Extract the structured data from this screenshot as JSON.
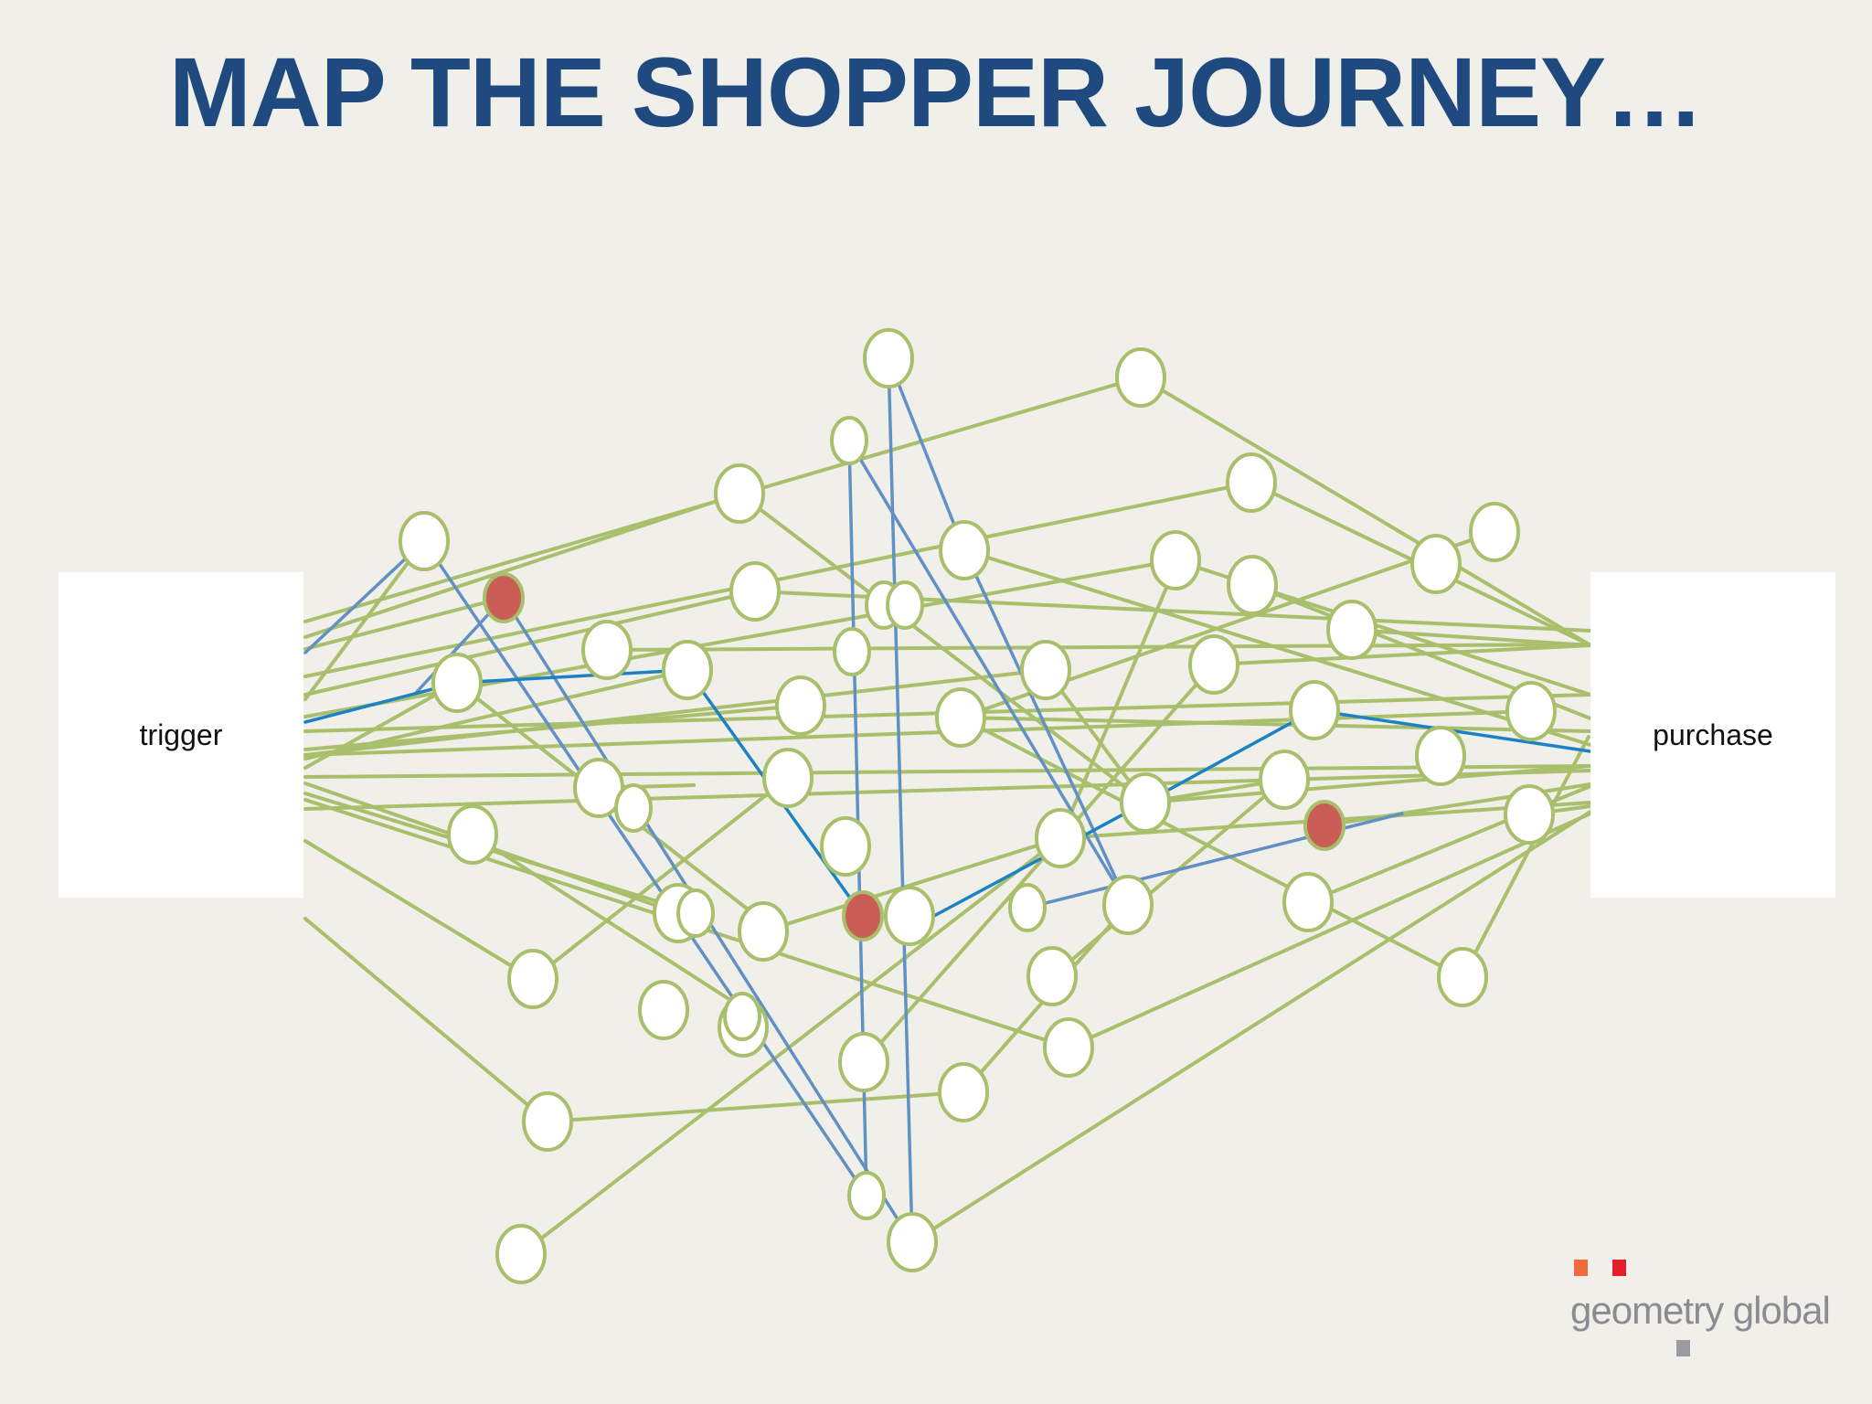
{
  "slide": {
    "title": "MAP THE SHOPPER JOURNEY…"
  },
  "endpoints": {
    "start_label": "trigger",
    "end_label": "purchase"
  },
  "logo": {
    "text": "geometry global",
    "colors": [
      "#f06a3c",
      "#e3202a",
      "#9a9ba3"
    ]
  },
  "colors": {
    "title": "#1f4a80",
    "background": "#f0efe9",
    "node_fill": "#ffffff",
    "node_outline": "#a9bf6b",
    "highlight_node": "#cb5d57",
    "path_green": "#a9bf6b",
    "path_blue": "#6090c4",
    "path_dark_blue": "#1c82c4"
  }
}
